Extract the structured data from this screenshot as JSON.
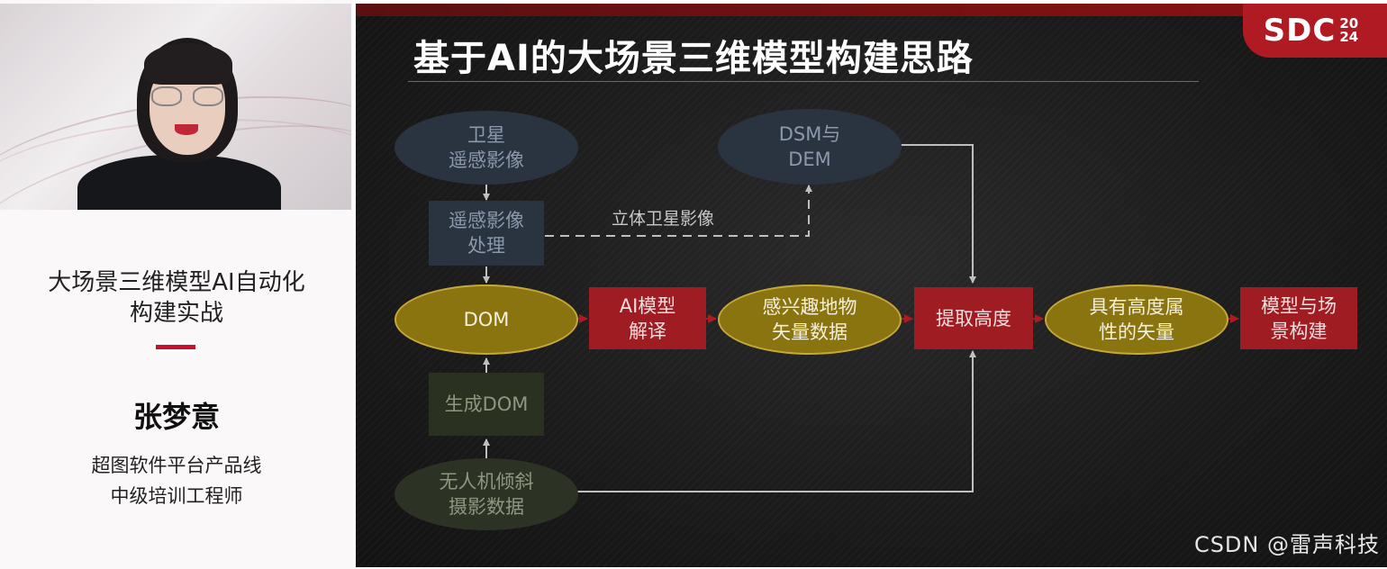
{
  "speaker_panel": {
    "talk_title_line1": "大场景三维模型AI自动化",
    "talk_title_line2": "构建实战",
    "speaker_name": "张梦意",
    "affiliation_line1": "超图软件平台产品线",
    "affiliation_line2": "中级培训工程师"
  },
  "slide": {
    "logo_letters": "SDC",
    "logo_year_top": "20",
    "logo_year_bottom": "24",
    "title": "基于AI的大场景三维模型构建思路",
    "nodes": {
      "satellite_l1": "卫星",
      "satellite_l2": "遥感影像",
      "processing_l1": "遥感影像",
      "processing_l2": "处理",
      "dsm_l1": "DSM与",
      "dsm_l2": "DEM",
      "dom": "DOM",
      "ai_l1": "AI模型",
      "ai_l2": "解译",
      "vector_l1": "感兴趣地物",
      "vector_l2": "矢量数据",
      "height": "提取高度",
      "hvector_l1": "具有高度属",
      "hvector_l2": "性的矢量",
      "build_l1": "模型与场",
      "build_l2": "景构建",
      "gen_dom": "生成DOM",
      "uav_l1": "无人机倾斜",
      "uav_l2": "摄影数据"
    },
    "edge_labels": {
      "stereo": "立体卫星影像"
    },
    "colors": {
      "red_box": "#9e1c22",
      "gold_ellipse": "#8a7410",
      "slate": "#2a3340",
      "olive": "#2b3120"
    }
  },
  "watermark": "CSDN @雷声科技"
}
